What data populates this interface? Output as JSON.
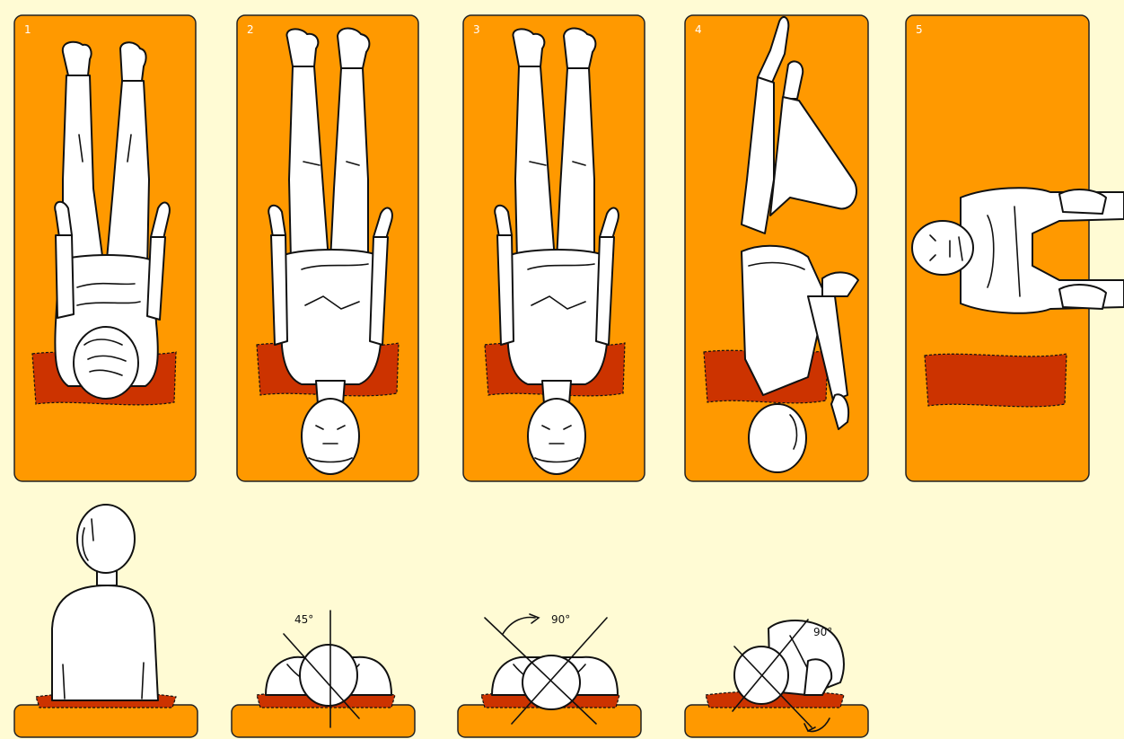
{
  "panels": [
    {
      "number": "1"
    },
    {
      "number": "2"
    },
    {
      "number": "3"
    },
    {
      "number": "4"
    },
    {
      "number": "5"
    }
  ],
  "head_views": [
    {
      "angle": ""
    },
    {
      "angle": "45°"
    },
    {
      "angle": "90°"
    },
    {
      "angle": "90°"
    }
  ],
  "colors": {
    "background": "#fffbd4",
    "panel": "#ff9900",
    "pillow": "#cc3300",
    "figure": "#ffffff"
  }
}
